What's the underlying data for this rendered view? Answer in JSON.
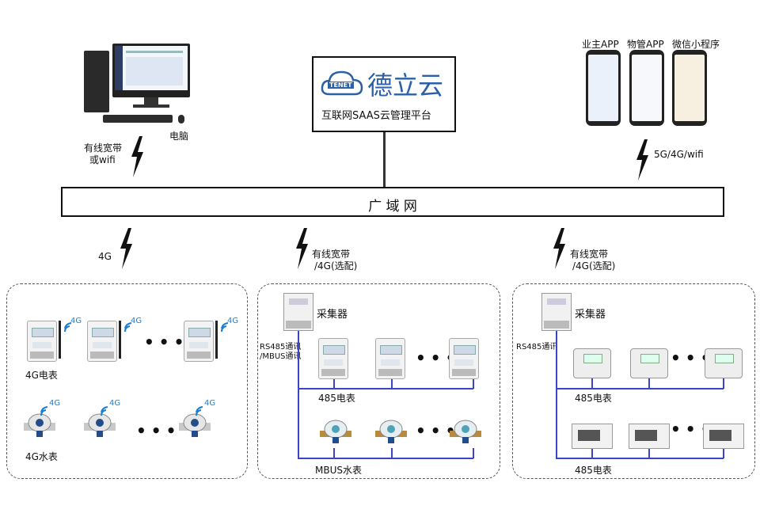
{
  "platform": {
    "brand_logo_text": "TENET",
    "brand_name": "德立云",
    "subtitle": "互联网SAAS云管理平台"
  },
  "wan": {
    "label": "广 域 网"
  },
  "computer": {
    "label": "电脑",
    "link_label_line1": "有线宽带",
    "link_label_line2": "或wifi"
  },
  "mobile": {
    "app1": "业主APP",
    "app2": "物管APP",
    "app3": "微信小程序",
    "link_label": "5G/4G/wifi"
  },
  "region1": {
    "link_label": "4G",
    "elec_label": "4G电表",
    "water_label": "4G水表",
    "badge": "4G",
    "dots": "•••"
  },
  "region2": {
    "link_label_line1": "有线宽带",
    "link_label_line2": "/4G(选配)",
    "collector_label": "采集器",
    "bus_label_line1": "RS485通讯",
    "bus_label_line2": "/MBUS通讯",
    "elec_label": "485电表",
    "water_label": "MBUS水表",
    "dots": "•••"
  },
  "region3": {
    "link_label_line1": "有线宽带",
    "link_label_line2": "/4G(选配)",
    "collector_label": "采集器",
    "bus_label": "RS485通讯",
    "elec_label_1": "485电表",
    "elec_label_2": "485电表",
    "dots": "•••"
  },
  "colors": {
    "bus_line": "#3a45c8",
    "lightning": "#111111",
    "wifi": "#1a7fd4"
  }
}
